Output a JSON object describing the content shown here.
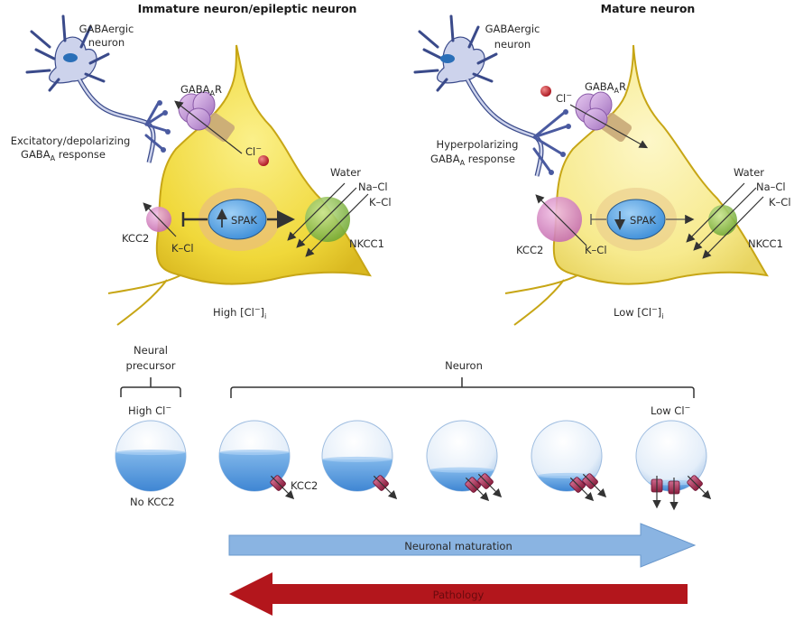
{
  "panels": {
    "left": {
      "title": "Immature neuron/epileptic neuron",
      "gabaergic": [
        "GABAergic",
        "neuron"
      ],
      "receptor": {
        "base": "GABA",
        "sub": "A",
        "tail": "R"
      },
      "response": [
        "Excitatory/depolarizing",
        "GABA",
        "A",
        " response"
      ],
      "chloride": "Cl",
      "chloride_sup": "−",
      "spak": "SPAK",
      "spak_direction": "up",
      "kcc2": "KCC2",
      "kcl": "K–Cl",
      "nkcc1": "NKCC1",
      "nkcc1_flows": [
        "Water",
        "Na–Cl",
        "K–Cl"
      ],
      "conc": {
        "base": "High [Cl",
        "sup": "−",
        "close": "]",
        "sub": "i"
      },
      "chloride_flow": "outward"
    },
    "right": {
      "title": "Mature neuron",
      "gabaergic": [
        "GABAergic",
        "neuron"
      ],
      "receptor": {
        "base": "GABA",
        "sub": "A",
        "tail": "R"
      },
      "response": [
        "Hyperpolarizing",
        "GABA",
        "A",
        " response"
      ],
      "chloride": "Cl",
      "chloride_sup": "−",
      "spak": "SPAK",
      "spak_direction": "down",
      "kcc2": "KCC2",
      "kcl": "K–Cl",
      "nkcc1": "NKCC1",
      "nkcc1_flows": [
        "Water",
        "Na–Cl",
        "K–Cl"
      ],
      "conc": {
        "base": "Low [Cl",
        "sup": "−",
        "close": "]",
        "sub": "i"
      },
      "chloride_flow": "inward"
    }
  },
  "bottom": {
    "precursor_label": [
      "Neural",
      "precursor"
    ],
    "neuron_label": "Neuron",
    "high_cl": "High Cl",
    "low_cl": "Low Cl",
    "cl_sup": "−",
    "no_kcc2": "No KCC2",
    "kcc2": "KCC2",
    "spheres": [
      {
        "stage": "precursor",
        "fill_level": 0.55,
        "kcc2_count": 0
      },
      {
        "stage": "neuron-1",
        "fill_level": 0.55,
        "kcc2_count": 1
      },
      {
        "stage": "neuron-2",
        "fill_level": 0.45,
        "kcc2_count": 1
      },
      {
        "stage": "neuron-3",
        "fill_level": 0.3,
        "kcc2_count": 2
      },
      {
        "stage": "neuron-4",
        "fill_level": 0.22,
        "kcc2_count": 2
      },
      {
        "stage": "neuron-5",
        "fill_level": 0.12,
        "kcc2_count": 3
      }
    ],
    "maturation_arrow": "Neuronal maturation",
    "pathology_arrow": "Pathology"
  },
  "colors": {
    "cell_body": "#f2dc4a",
    "cell_body_mature": "#f7ea8a",
    "nucleus": "#e8c79a",
    "spak": "#5aa6e6",
    "kcc2": "#d98cc4",
    "nkcc1": "#8fc04a",
    "gaba_receptor": "#c59ad6",
    "gabaergic_neuron": "#c9cfe9",
    "chloride_ion": "#c0202a",
    "sphere_fluid": "#4f96de",
    "maturation_arrow": "#8ab4e2",
    "pathology_arrow": "#b3161c"
  }
}
